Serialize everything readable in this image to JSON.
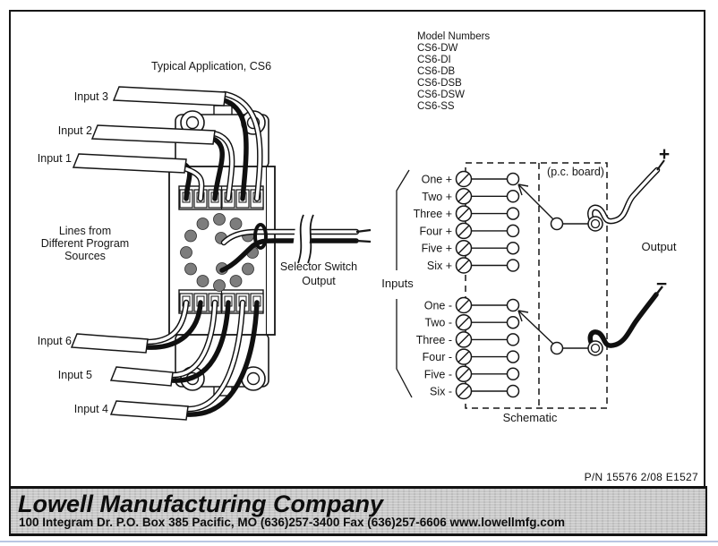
{
  "application": {
    "title": "Typical Application, CS6",
    "input_labels": [
      "Input 1",
      "Input 2",
      "Input 3",
      "Input 4",
      "Input 5",
      "Input 6"
    ],
    "source_note": [
      "Lines from",
      "Different Program",
      "Sources"
    ],
    "output_note": [
      "Selector Switch",
      "Output"
    ]
  },
  "models": {
    "title": "Model Numbers",
    "items": [
      "CS6-DW",
      "CS6-DI",
      "CS6-DB",
      "CS6-DSB",
      "CS6-DSW",
      "CS6-SS"
    ]
  },
  "schematic": {
    "inputs_label": "Inputs",
    "pc_board_label": "(p.c. board)",
    "plus_terminals": [
      "One +",
      "Two +",
      "Three +",
      "Four +",
      "Five +",
      "Six +"
    ],
    "minus_terminals": [
      "One -",
      "Two -",
      "Three -",
      "Four -",
      "Five -",
      "Six -"
    ],
    "plus_symbol": "+",
    "minus_symbol": "−",
    "output_label": "Output",
    "caption": "Schematic"
  },
  "part_info": {
    "pn_line": "P/N 15576  2/08  E1527"
  },
  "footer": {
    "company": "Lowell Manufacturing Company",
    "address": "100 Integram Dr. P.O. Box 385 Pacific, MO  (636)257-3400 Fax (636)257-6606  www.lowellmfg.com"
  },
  "colors": {
    "ink": "#161616",
    "contact_dot": "#7d7d7d",
    "footer_bg": "#c9c9c9",
    "scan_edge": "#b9c6e2"
  }
}
